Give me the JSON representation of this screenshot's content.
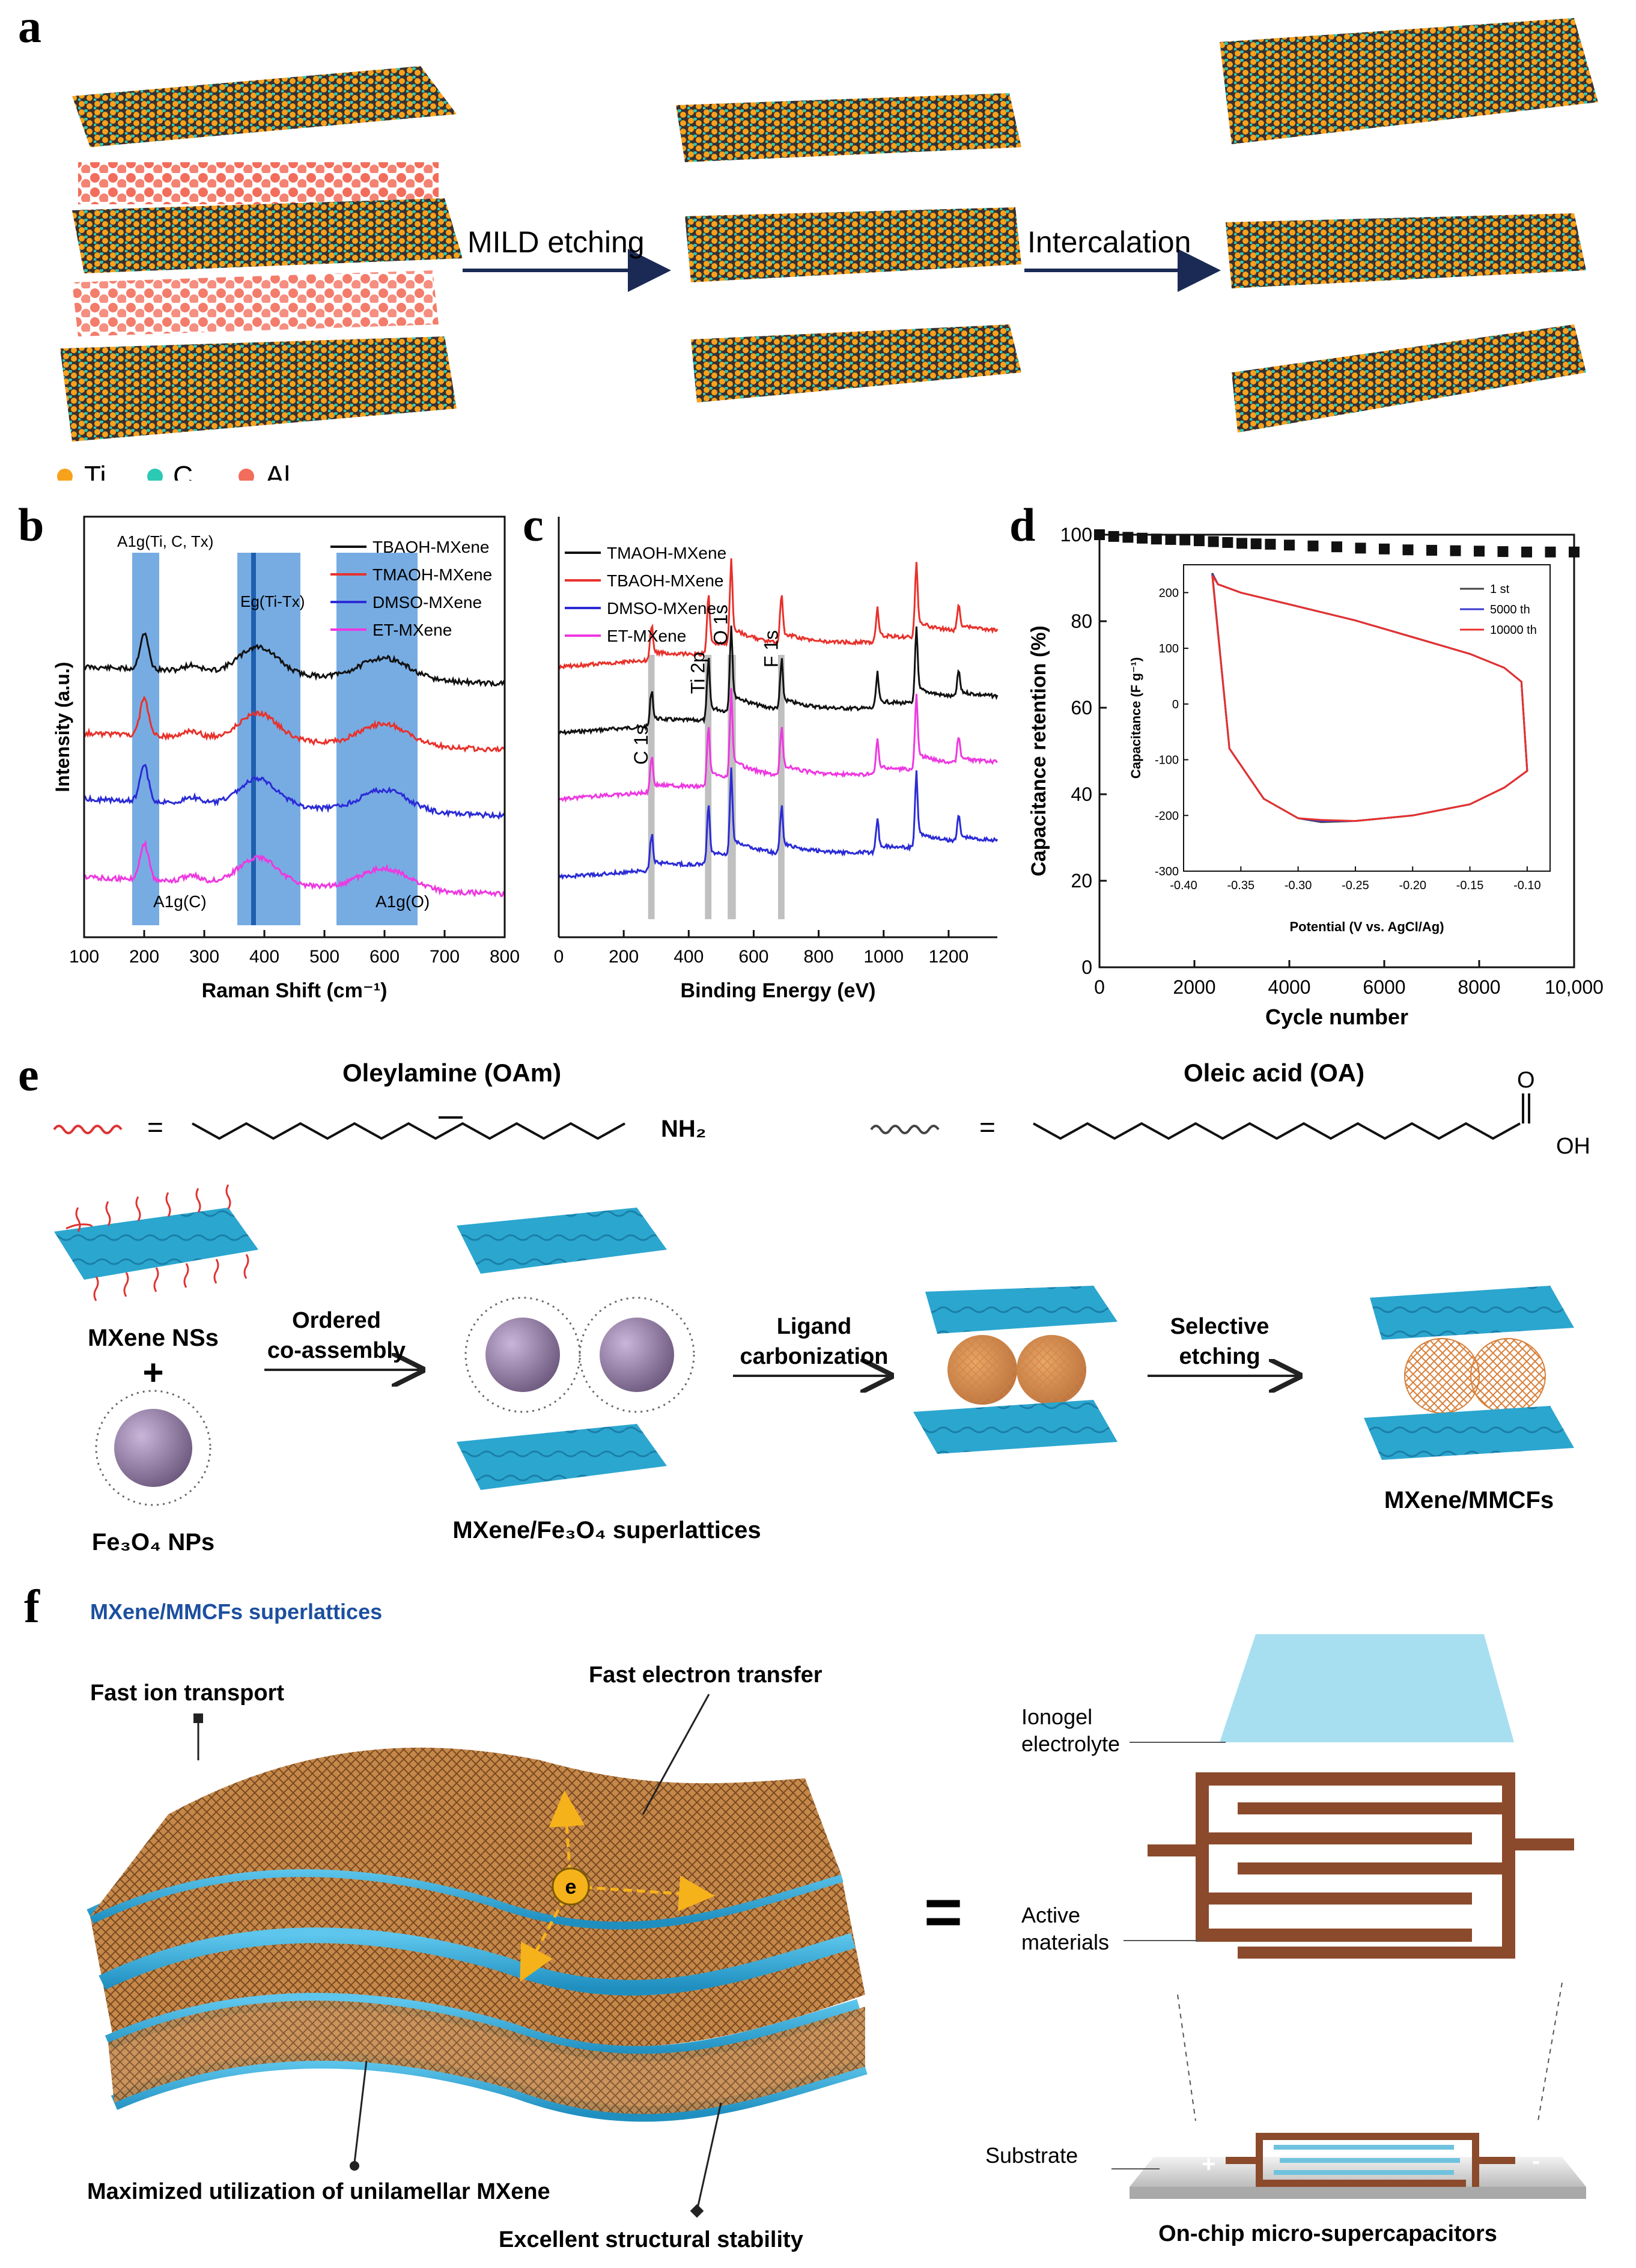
{
  "panel_labels": {
    "a": "a",
    "b": "b",
    "c": "c",
    "d": "d",
    "e": "e",
    "f": "f"
  },
  "panel_a": {
    "arrow1": "MILD etching",
    "arrow2": "Intercalation",
    "legend": [
      {
        "label": "Ti",
        "color": "#f7a21c"
      },
      {
        "label": "C",
        "color": "#2cc9b4"
      },
      {
        "label": "Al",
        "color": "#f26d5b"
      }
    ]
  },
  "chart_b": {
    "type": "line",
    "xlabel": "Raman Shift (cm⁻¹)",
    "ylabel": "Intensity (a.u.)",
    "xlim": [
      100,
      800
    ],
    "xticks": [
      100,
      200,
      300,
      400,
      500,
      600,
      700,
      800
    ],
    "legend": [
      {
        "name": "TBAOH-MXene",
        "color": "#111111"
      },
      {
        "name": "TMAOH-MXene",
        "color": "#e8312b"
      },
      {
        "name": "DMSO-MXene",
        "color": "#2b2bd6"
      },
      {
        "name": "ET-MXene",
        "color": "#ee38e0"
      }
    ],
    "annotations": [
      "A1g(Ti, C, Tx)",
      "Eg(Ti-Tx)",
      "A1g(C)",
      "A1g(O)"
    ],
    "bands": [
      [
        180,
        225
      ],
      [
        355,
        460
      ],
      [
        520,
        655
      ]
    ],
    "peaks": [
      200,
      385,
      600
    ]
  },
  "chart_c": {
    "type": "line",
    "xlabel": "Binding Energy (eV)",
    "xlim": [
      0,
      1350
    ],
    "xticks": [
      0,
      200,
      400,
      600,
      800,
      1000,
      1200
    ],
    "legend": [
      {
        "name": "TMAOH-MXene",
        "color": "#111111"
      },
      {
        "name": "TBAOH-MXene",
        "color": "#e8312b"
      },
      {
        "name": "DMSO-MXene",
        "color": "#2b2bd6"
      },
      {
        "name": "ET-MXene",
        "color": "#ee38e0"
      }
    ],
    "peak_labels": [
      {
        "label": "C 1s",
        "x": 285
      },
      {
        "label": "Ti 2p",
        "x": 460
      },
      {
        "label": "O 1s",
        "x": 530
      },
      {
        "label": "F 1s",
        "x": 685
      }
    ]
  },
  "chart_d": {
    "type": "scatter",
    "xlabel": "Cycle  number",
    "ylabel": "Capacitance retention (%)",
    "xlim": [
      0,
      10000
    ],
    "ylim": [
      0,
      100
    ],
    "xticks": [
      "0",
      "2000",
      "4000",
      "6000",
      "8000",
      "10,000"
    ],
    "yticks": [
      0,
      20,
      40,
      60,
      80,
      100
    ],
    "x": [
      0,
      300,
      600,
      900,
      1200,
      1500,
      1800,
      2100,
      2400,
      2700,
      3000,
      3300,
      3600,
      4000,
      4500,
      5000,
      5500,
      6000,
      6500,
      7000,
      7500,
      8000,
      8500,
      9000,
      9500,
      10000
    ],
    "y": [
      100,
      99.6,
      99.4,
      99.2,
      99,
      98.9,
      98.8,
      98.6,
      98.4,
      98.2,
      98,
      97.9,
      97.8,
      97.6,
      97.4,
      97.2,
      96.9,
      96.7,
      96.5,
      96.4,
      96.3,
      96.2,
      96.1,
      96,
      96,
      96
    ],
    "inset": {
      "xlabel": "Potential (V vs. AgCl/Ag)",
      "ylabel": "Capacitance (F g⁻¹)",
      "xlim": [
        -0.4,
        -0.08
      ],
      "ylim": [
        -300,
        250
      ],
      "xticks": [
        "-0.40",
        "-0.35",
        "-0.30",
        "-0.25",
        "-0.20",
        "-0.15",
        "-0.10"
      ],
      "yticks": [
        "200",
        "100",
        "0",
        "-100",
        "-200",
        "-300"
      ],
      "legend": [
        {
          "name": "1 st",
          "color": "#444444"
        },
        {
          "name": "5000 th",
          "color": "#3a3ad0"
        },
        {
          "name": "10000 th",
          "color": "#e8312b"
        }
      ]
    }
  },
  "panel_e": {
    "oam_name": "Oleylamine (OAm)",
    "oam_group": "NH₂",
    "oa_name": "Oleic acid   (OA)",
    "oa_o": "O",
    "oa_oh": "OH",
    "eq": "=",
    "mxene_ns": "MXene NSs",
    "plus": "+",
    "fe3o4_nps": "Fe₃O₄ NPs",
    "step1": [
      "Ordered",
      "co-assembly"
    ],
    "superlattice": "MXene/Fe₃O₄ superlattices",
    "step2": [
      "Ligand",
      "carbonization"
    ],
    "step3": [
      "Selective",
      "etching"
    ],
    "product": "MXene/MMCFs"
  },
  "panel_f": {
    "title": "MXene/MMCFs superlattices",
    "fast_ion": "Fast ion transport",
    "fast_electron": "Fast electron transfer",
    "maximized": "Maximized utilization of unilamellar MXene",
    "stability": "Excellent structural stability",
    "electron": "e",
    "equals": "=",
    "ionogel": [
      "Ionogel",
      "electrolyte"
    ],
    "active": [
      "Active",
      "materials"
    ],
    "substrate": "Substrate",
    "device": "On-chip micro-supercapacitors",
    "plus_terminal": "+",
    "minus_terminal": "-"
  }
}
